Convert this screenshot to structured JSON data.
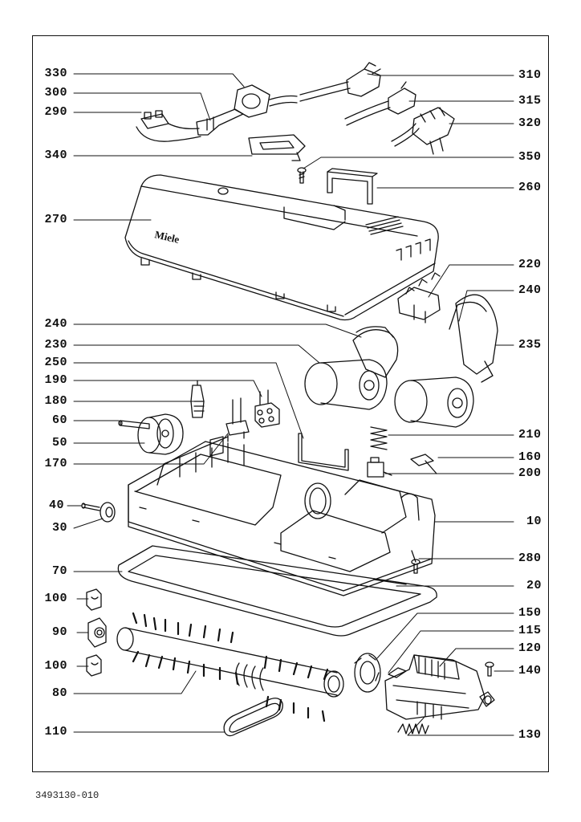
{
  "labels_left": [
    {
      "text": "330"
    },
    {
      "text": "300"
    },
    {
      "text": "290"
    },
    {
      "text": "340"
    },
    {
      "text": "270"
    },
    {
      "text": "240"
    },
    {
      "text": "230"
    },
    {
      "text": "250"
    },
    {
      "text": "190"
    },
    {
      "text": "180"
    },
    {
      "text": "60"
    },
    {
      "text": "50"
    },
    {
      "text": "170"
    },
    {
      "text": "40"
    },
    {
      "text": "30"
    },
    {
      "text": "70"
    },
    {
      "text": "100"
    },
    {
      "text": "90"
    },
    {
      "text": "100"
    },
    {
      "text": "80"
    },
    {
      "text": "110"
    }
  ],
  "labels_right": [
    {
      "text": "310"
    },
    {
      "text": "315"
    },
    {
      "text": "320"
    },
    {
      "text": "350"
    },
    {
      "text": "260"
    },
    {
      "text": "220"
    },
    {
      "text": "240"
    },
    {
      "text": "235"
    },
    {
      "text": "210"
    },
    {
      "text": "160"
    },
    {
      "text": "200"
    },
    {
      "text": "10"
    },
    {
      "text": "280"
    },
    {
      "text": "20"
    },
    {
      "text": "150"
    },
    {
      "text": "115"
    },
    {
      "text": "120"
    },
    {
      "text": "140"
    },
    {
      "text": "130"
    }
  ],
  "brand_text": "Miele",
  "doc_number": "3493130-010"
}
